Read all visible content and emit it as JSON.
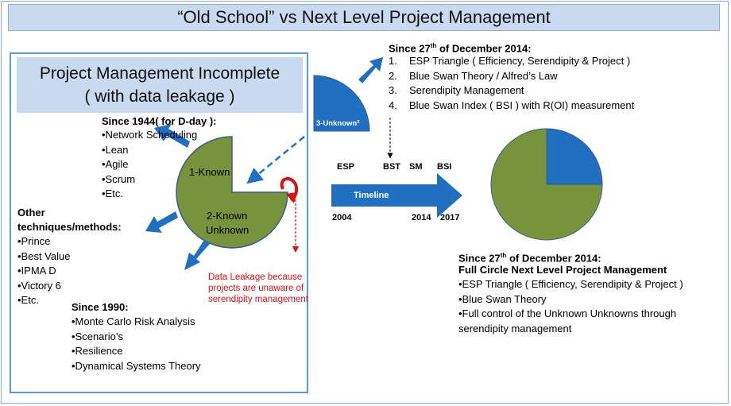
{
  "title": "“Old School” vs Next Level Project Management",
  "left": {
    "heading_line1": "Project Management Incomplete",
    "heading_line2": "( with data leakage )",
    "since1944": {
      "heading": "Since 1944( for D-day ):",
      "items": [
        "•Network Scheduling",
        "•Lean",
        "•Agile",
        "•Scrum",
        "•Etc."
      ]
    },
    "other": {
      "heading_line1": "Other",
      "heading_line2": "techniques/methods:",
      "items": [
        "•Prince",
        "•Best Value",
        "•IPMA D",
        "•Victory 6",
        "•Etc."
      ]
    },
    "since1990": {
      "heading": "Since 1990:",
      "items": [
        "•Monte Carlo Risk Analysis",
        "•Scenario’s",
        "•Resilience",
        "•Dynamical Systems Theory"
      ]
    },
    "pie_labels": {
      "known": "1-Known",
      "known_unknown_1": "2-Known",
      "known_unknown_2": "Unknown"
    },
    "leakage": {
      "line1": "Data Leakage  because",
      "line2": "projects are unaware of",
      "line3": "serendipity management"
    }
  },
  "quarter_label": "3-Unknown²",
  "top_right": {
    "heading_pre": "Since 27",
    "heading_sup": "th",
    "heading_post": " of December 2014:",
    "items": [
      {
        "num": "1.",
        "text": "ESP Triangle ( Efficiency, Serendipity & Project )"
      },
      {
        "num": "2.",
        "text": "Blue Swan Theory / Alfred’s Law"
      },
      {
        "num": "3.",
        "text": "Serendipity Management"
      },
      {
        "num": "4.",
        "text": "Blue Swan Index ( BSI ) with R(OI) measurement"
      }
    ]
  },
  "timeline": {
    "label": "Timeline",
    "top_labels": [
      "ESP",
      "BST",
      "SM",
      "BSI"
    ],
    "years": [
      "2004",
      "2014",
      "2017"
    ]
  },
  "bottom_right": {
    "heading_pre": "Since 27",
    "heading_sup": "th",
    "heading_post": " of December 2014:",
    "subheading": "Full Circle Next Level Project Management",
    "items": [
      "•ESP Triangle ( Efficiency, Serendipity & Project )",
      "•Blue Swan Theory",
      "•Full control of the Unknown Unknowns through",
      "serendipity management"
    ]
  },
  "colors": {
    "blue": "#1f70c1",
    "green": "#77933c",
    "panel_fill": "#c9daf0",
    "panel_border": "#5b9bd5",
    "red": "#e01010"
  },
  "right_pie": {
    "blue_fraction": 0.25,
    "green_fraction": 0.75
  }
}
